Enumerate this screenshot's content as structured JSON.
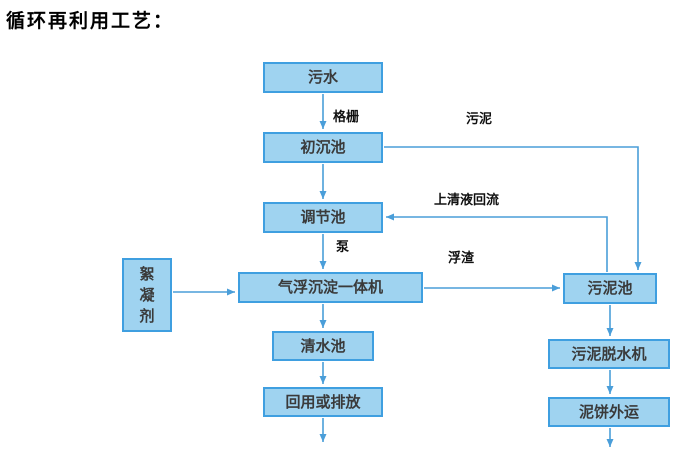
{
  "title": "循环再利用工艺：",
  "nodes": {
    "wastewater": {
      "label": "污水"
    },
    "primary_sedimentation": {
      "label": "初沉池"
    },
    "regulation_tank": {
      "label": "调节池"
    },
    "flotation_unit": {
      "label": "气浮沉淀一体机"
    },
    "flocculant": {
      "label": "絮凝剂"
    },
    "clean_water_tank": {
      "label": "清水池"
    },
    "reuse_discharge": {
      "label": "回用或排放"
    },
    "sludge_tank": {
      "label": "污泥池"
    },
    "sludge_dewatering": {
      "label": "污泥脱水机"
    },
    "mud_cake_out": {
      "label": "泥饼外运"
    }
  },
  "edge_labels": {
    "screen": "格栅",
    "sludge": "污泥",
    "supernatant_return": "上清液回流",
    "pump": "泵",
    "scum": "浮渣"
  },
  "edges": [
    {
      "from": "污水",
      "to": "初沉池",
      "label": "格栅"
    },
    {
      "from": "初沉池",
      "to": "调节池",
      "label": ""
    },
    {
      "from": "初沉池",
      "to": "污泥池",
      "label": "污泥"
    },
    {
      "from": "调节池",
      "to": "气浮沉淀一体机",
      "label": "泵"
    },
    {
      "from": "污泥池",
      "to": "调节池",
      "label": "上清液回流"
    },
    {
      "from": "絮凝剂",
      "to": "气浮沉淀一体机",
      "label": ""
    },
    {
      "from": "气浮沉淀一体机",
      "to": "污泥池",
      "label": "浮渣"
    },
    {
      "from": "气浮沉淀一体机",
      "to": "清水池",
      "label": ""
    },
    {
      "from": "清水池",
      "to": "回用或排放",
      "label": ""
    },
    {
      "from": "回用或排放",
      "to": "排出",
      "label": ""
    },
    {
      "from": "污泥池",
      "to": "污泥脱水机",
      "label": ""
    },
    {
      "from": "污泥脱水机",
      "to": "泥饼外运",
      "label": ""
    },
    {
      "from": "泥饼外运",
      "to": "外运",
      "label": ""
    }
  ],
  "colors": {
    "box_fill": "#9fd3f0",
    "box_border": "#3f9fe0",
    "box_text": "#3a3a3a",
    "arrow": "#4a9ed9",
    "title_text": "#000000",
    "label_text": "#111111"
  }
}
